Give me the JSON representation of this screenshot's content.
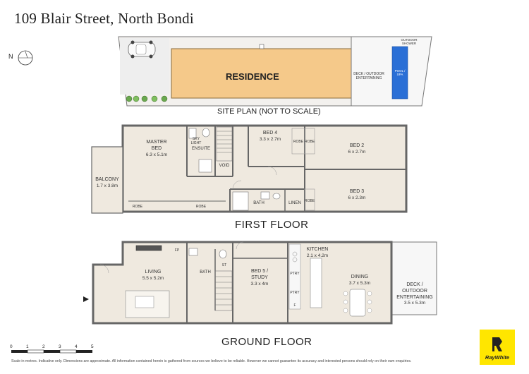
{
  "header": {
    "title": "109 Blair Street, North Bondi"
  },
  "compass": {
    "label": "N"
  },
  "site_plan": {
    "title": "SITE PLAN (NOT TO SCALE)",
    "residence_label": "RESIDENCE",
    "deck_label": "DECK / OUTDOOR ENTERTAINING",
    "pool_label": "POOL / SPA",
    "outdoor_shower_label": "OUTDOOR SHOWER"
  },
  "first_floor": {
    "title": "FIRST FLOOR",
    "balcony": {
      "name": "BALCONY",
      "dim": "1.7 x 3.8m"
    },
    "master_bed": {
      "name": "MASTER BED",
      "dim": "6.3 x 5.1m"
    },
    "skylight": "SKY LIGHT",
    "ensuite": "ENSUITE",
    "void": "VOID",
    "bed4": {
      "name": "BED 4",
      "dim": "3.3 x 2.7m"
    },
    "bed2": {
      "name": "BED 2",
      "dim": "6 x 2.7m"
    },
    "bed3": {
      "name": "BED 3",
      "dim": "6 x 2.3m"
    },
    "bath": "BATH",
    "linen": "LINEN",
    "robe": "ROBE"
  },
  "ground_floor": {
    "title": "GROUND FLOOR",
    "living": {
      "name": "LIVING",
      "dim": "5.5 x 5.2m"
    },
    "fp": "FP",
    "bath": "BATH",
    "st": "ST",
    "bed5": {
      "name": "BED 5 / STUDY",
      "dim": "3.3 x 4m"
    },
    "kitchen": {
      "name": "KITCHEN",
      "dim": "2.1 x 4.2m"
    },
    "pantry": "PTRY",
    "fridge": "F",
    "dining": {
      "name": "DINING",
      "dim": "3.7 x 5.3m"
    },
    "deck": {
      "name": "DECK / OUTDOOR ENTERTAINING",
      "dim": "3.5 x 5.3m"
    }
  },
  "scale": {
    "ticks": [
      "0",
      "1",
      "2",
      "3",
      "4",
      "5"
    ]
  },
  "footer": {
    "disclaimer": "Scale in metres. Indicative only. Dimensions are approximate. All information contained herein is gathered from sources we believe to be reliable. However we cannot guarantee its accuracy and interested persons should rely on their own enquiries."
  },
  "logo": {
    "text": "RayWhite",
    "color": "#ffe600"
  },
  "colors": {
    "floor": "#efe9df",
    "residence": "#f5c98a",
    "pool": "#2a6fd6",
    "wall": "#6b6b6b",
    "lawn": "#eeeeee"
  }
}
